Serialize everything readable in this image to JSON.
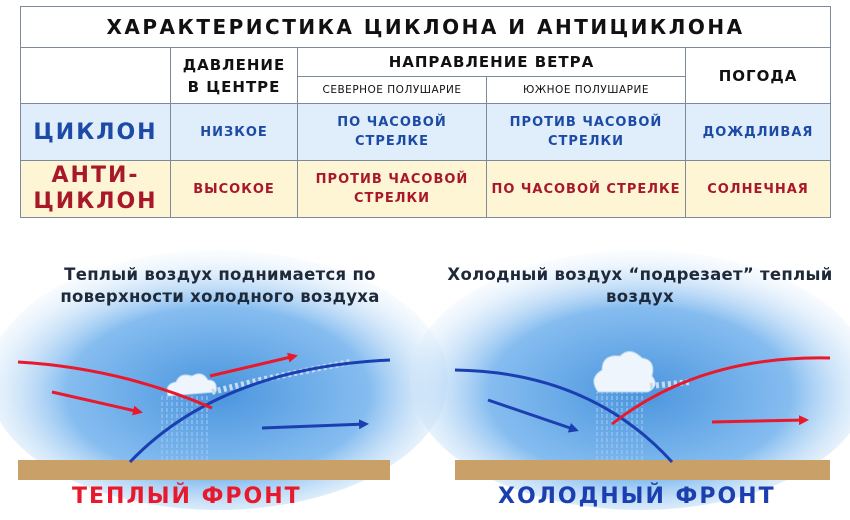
{
  "table": {
    "title": "ХАРАКТЕРИСТИКА ЦИКЛОНА И АНТИЦИКЛОНА",
    "headers": {
      "pressure": "ДАВЛЕНИЕ В ЦЕНТРЕ",
      "wind_direction": "НАПРАВЛЕНИЕ ВЕТРА",
      "north": "СЕВЕРНОЕ ПОЛУШАРИЕ",
      "south": "ЮЖНОЕ ПОЛУШАРИЕ",
      "weather": "ПОГОДА"
    },
    "rows": [
      {
        "name": "ЦИКЛОН",
        "pressure": "НИЗКОЕ",
        "north": "ПО ЧАСОВОЙ СТРЕЛКЕ",
        "south": "ПРОТИВ ЧАСОВОЙ СТРЕЛКИ",
        "weather": "ДОЖДЛИВАЯ"
      },
      {
        "name": "АНТИ-ЦИКЛОН",
        "pressure": "ВЫСОКОЕ",
        "north": "ПРОТИВ ЧАСОВОЙ СТРЕЛКИ",
        "south": "ПО ЧАСОВОЙ СТРЕЛКЕ",
        "weather": "СОЛНЕЧНАЯ"
      }
    ]
  },
  "warm_front": {
    "caption": "Теплый воздух поднимается по поверхности холодного воздуха",
    "label": "ТЕПЛЫЙ ФРОНТ"
  },
  "cold_front": {
    "caption": "Холодный воздух “подрезает” теплый воздух",
    "label": "ХОЛОДНЫЙ ФРОНТ"
  },
  "colors": {
    "cyclone_text": "#1c4aa6",
    "anticyclone_text": "#a8182a",
    "cyclone_row_bg": "#dfeefa",
    "anticyclone_row_bg": "#fdf5d3",
    "warm_air_arrow": "#e8192c",
    "cold_air_arrow": "#1b3fb0",
    "ground": "#c8a068",
    "sky": "#4f9be0"
  }
}
